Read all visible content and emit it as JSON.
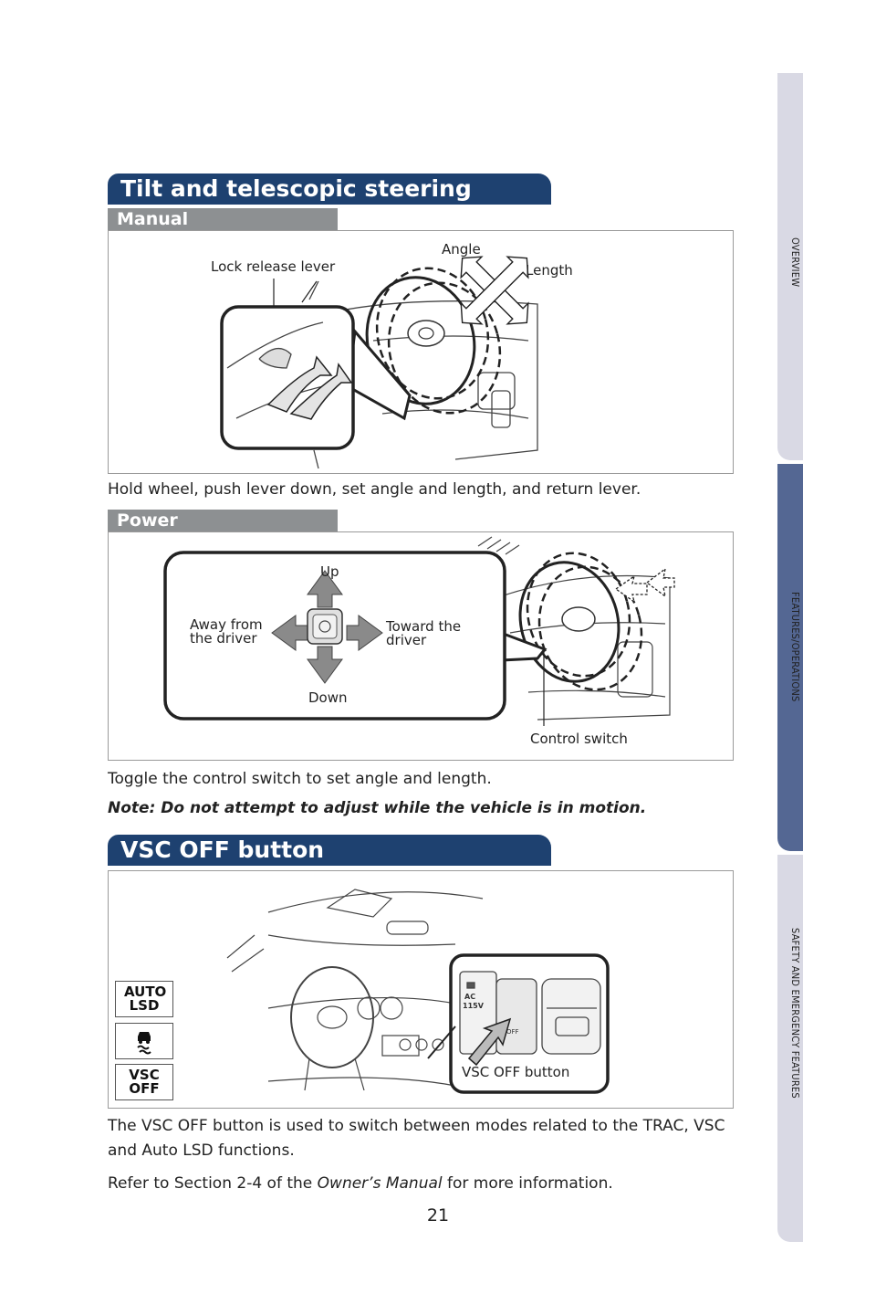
{
  "side_tabs": [
    "OVERVIEW",
    "FEATURES/OPERATIONS",
    "SAFETY AND EMERGENCY FEATURES"
  ],
  "section1": {
    "title": "Tilt and telescopic steering wheel",
    "manual": {
      "subtitle": "Manual",
      "labels": {
        "lock": "Lock release lever",
        "angle": "Angle",
        "length": "Length"
      },
      "caption": "Hold wheel, push lever down, set angle and length, and return lever."
    },
    "power": {
      "subtitle": "Power",
      "labels": {
        "up": "Up",
        "down": "Down",
        "away": "Away from the driver",
        "toward": "Toward the driver",
        "control": "Control switch"
      },
      "caption": "Toggle the control switch to set angle and length.",
      "note": "Note: Do not attempt to adjust while the vehicle is in motion."
    }
  },
  "section2": {
    "title": "VSC OFF button",
    "buttons": {
      "auto_lsd": "AUTO LSD",
      "vsc_off": "VSC OFF"
    },
    "callout_label": "VSC OFF button",
    "panel_text": {
      "ac": "AC",
      "voltage": "115V",
      "off": "OFF"
    },
    "text1": "The VSC OFF button is used to switch between modes related to the TRAC, VSC and Auto LSD functions.",
    "text2_prefix": "Refer to Section 2-4 of the",
    "text2_italic": "Owner’s Manual",
    "text2_suffix": "for more information."
  },
  "page_number": "21"
}
